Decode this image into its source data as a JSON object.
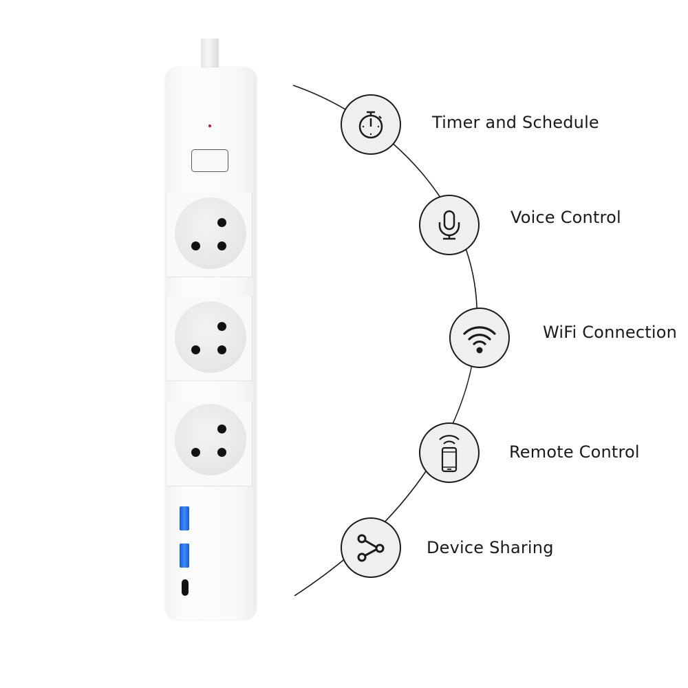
{
  "product": {
    "name": "Smart Power Strip",
    "socket_count": 3,
    "usb_ports": [
      "USB-A",
      "USB-A",
      "USB-C"
    ],
    "indicator_color": "#c8102e",
    "usb_color": "#2f7ef0"
  },
  "features": [
    {
      "label": "Timer and Schedule",
      "icon": "stopwatch-icon"
    },
    {
      "label": "Voice Control",
      "icon": "microphone-icon"
    },
    {
      "label": "WiFi Connection",
      "icon": "wifi-icon"
    },
    {
      "label": "Remote Control",
      "icon": "smartphone-remote-icon"
    },
    {
      "label": "Device Sharing",
      "icon": "share-icon"
    }
  ]
}
